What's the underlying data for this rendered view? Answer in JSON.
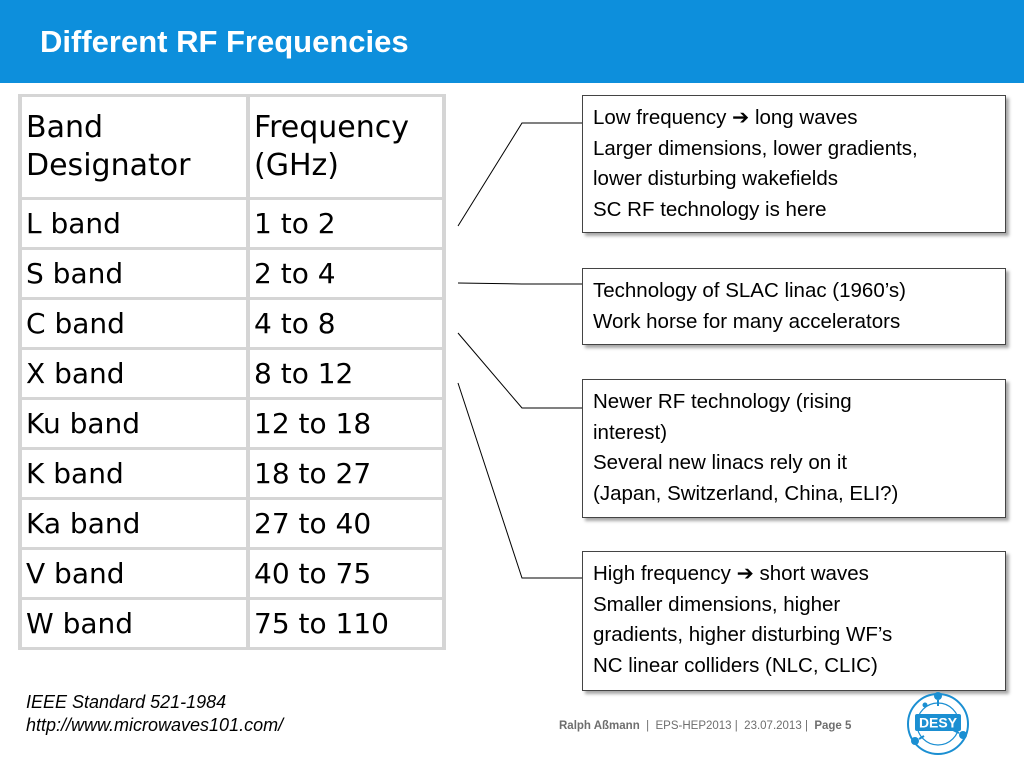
{
  "header": {
    "title": "Different RF Frequencies"
  },
  "table": {
    "headers": {
      "band_line1": "Band",
      "band_line2": "Designator",
      "freq_line1": "Frequency",
      "freq_line2": "(GHz)"
    },
    "rows": [
      {
        "band": "L band",
        "freq": "1 to 2"
      },
      {
        "band": "S band",
        "freq": "2 to 4"
      },
      {
        "band": "C band",
        "freq": "4 to 8"
      },
      {
        "band": "X band",
        "freq": "8 to 12"
      },
      {
        "band": "Ku band",
        "freq": "12 to 18"
      },
      {
        "band": "K band",
        "freq": "18 to 27"
      },
      {
        "band": "Ka band",
        "freq": "27 to 40"
      },
      {
        "band": "V band",
        "freq": "40 to 75"
      },
      {
        "band": "W band",
        "freq": "75 to 110"
      }
    ]
  },
  "callouts": {
    "low_freq": {
      "l1_pre": "Low frequency",
      "arrow": "➔",
      "l1_post": "long waves",
      "l2": "Larger dimensions, lower gradients,",
      "l3": "lower disturbing wakefields",
      "l4": "SC RF technology is here"
    },
    "slac": {
      "l1": "Technology of SLAC linac (1960’s)",
      "l2": "Work horse for many accelerators"
    },
    "newer": {
      "l1": "Newer RF technology (rising",
      "l2": "interest)",
      "l3": "Several new linacs rely on it",
      "l4": "(Japan, Switzerland, China, ELI?)"
    },
    "high_freq": {
      "l1_pre": "High frequency",
      "arrow": "➔",
      "l1_post": "short waves",
      "l2": "Smaller dimensions, higher",
      "l3": "gradients, higher disturbing WF’s",
      "l4": "NC linear colliders (NLC, CLIC)"
    }
  },
  "reference": {
    "standard": "IEEE Standard 521-1984",
    "url": "http://www.microwaves101.com/"
  },
  "footer": {
    "author": "Ralph Aßmann",
    "sep": "|",
    "event": "EPS-HEP2013",
    "date": "23.07.2013",
    "page_label": "Page 5"
  },
  "logo": {
    "text": "DESY",
    "icon": "desy-logo-icon"
  },
  "colors": {
    "title_bar": "#0d8fdc",
    "logo_blue": "#1b8fd2",
    "footer_text": "#6e6e6e"
  }
}
